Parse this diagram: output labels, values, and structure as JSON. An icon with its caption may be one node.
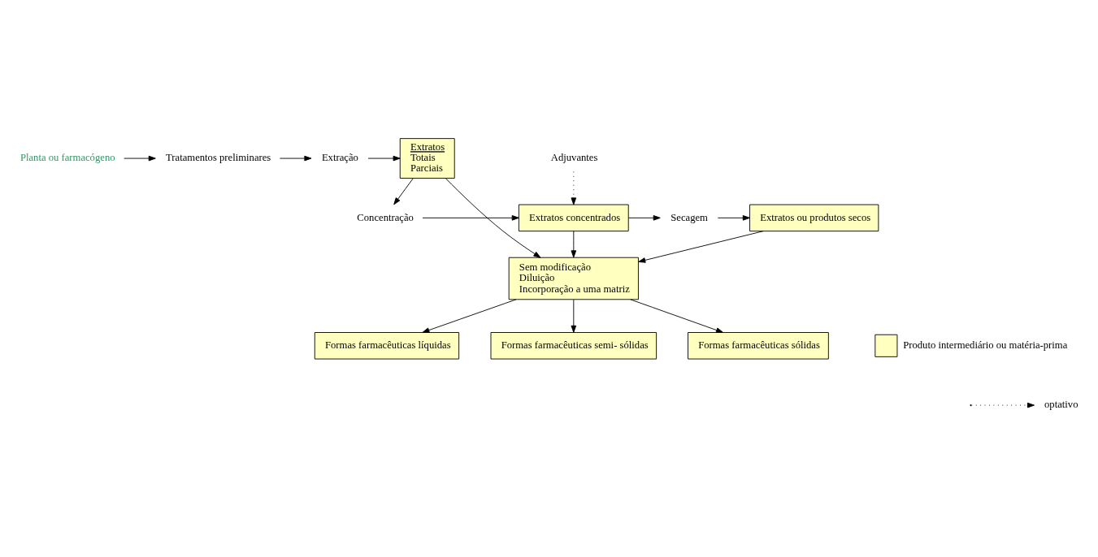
{
  "diagram": {
    "nodes": [
      {
        "text": [
          "Planta ou farmacógeno"
        ]
      },
      {
        "text": [
          "Tratamentos preliminares"
        ]
      },
      {
        "text": [
          "Extração"
        ]
      },
      {
        "text": [
          "Extratos",
          "Totais",
          "Parciais"
        ]
      },
      {
        "text": [
          "Concentração"
        ]
      },
      {
        "text": [
          "Extratos concentrados"
        ]
      },
      {
        "text": [
          "Secagem"
        ]
      },
      {
        "text": [
          "Extratos ou produtos secos"
        ]
      },
      {
        "text": [
          "Adjuvantes"
        ]
      },
      {
        "text": [
          "Sem modificação",
          "Diluição",
          "Incorporação a uma matriz"
        ]
      },
      {
        "text": [
          "Formas farmacêuticas líquidas"
        ]
      },
      {
        "text": [
          "Formas farmacêuticas semi- sólidas"
        ]
      },
      {
        "text": [
          "Formas farmacêuticas sólidas"
        ]
      }
    ],
    "edges": [
      {
        "from": 0,
        "to": 1,
        "arrow": "to"
      },
      {
        "from": 1,
        "to": 2,
        "arrow": "to"
      },
      {
        "from": 2,
        "to": 3,
        "arrow": "to"
      },
      {
        "from": 3,
        "to": 4,
        "arrow": "to"
      },
      {
        "from": 4,
        "to": 5,
        "arrow": "to"
      },
      {
        "from": 5,
        "to": 6,
        "arrow": "to"
      },
      {
        "from": 6,
        "to": 7,
        "arrow": "to"
      },
      {
        "from": 8,
        "to": 5,
        "arrow": "to",
        "style": "dashed"
      },
      {
        "from": 5,
        "to": 9,
        "arrow": "to"
      },
      {
        "from": 7,
        "to": 9,
        "arrow": "to"
      },
      {
        "from": 3,
        "to": 9,
        "arrow": "to"
      },
      {
        "from": 9,
        "to": 10,
        "arrow": "to"
      },
      {
        "from": 9,
        "to": 11,
        "arrow": "to"
      },
      {
        "from": 9,
        "to": 12,
        "arrow": "to"
      }
    ],
    "legend": [
      {
        "text": "Produto intermediário ou matéria-prima",
        "color": "#ffffc0"
      },
      {
        "text": "optativo"
      }
    ]
  }
}
